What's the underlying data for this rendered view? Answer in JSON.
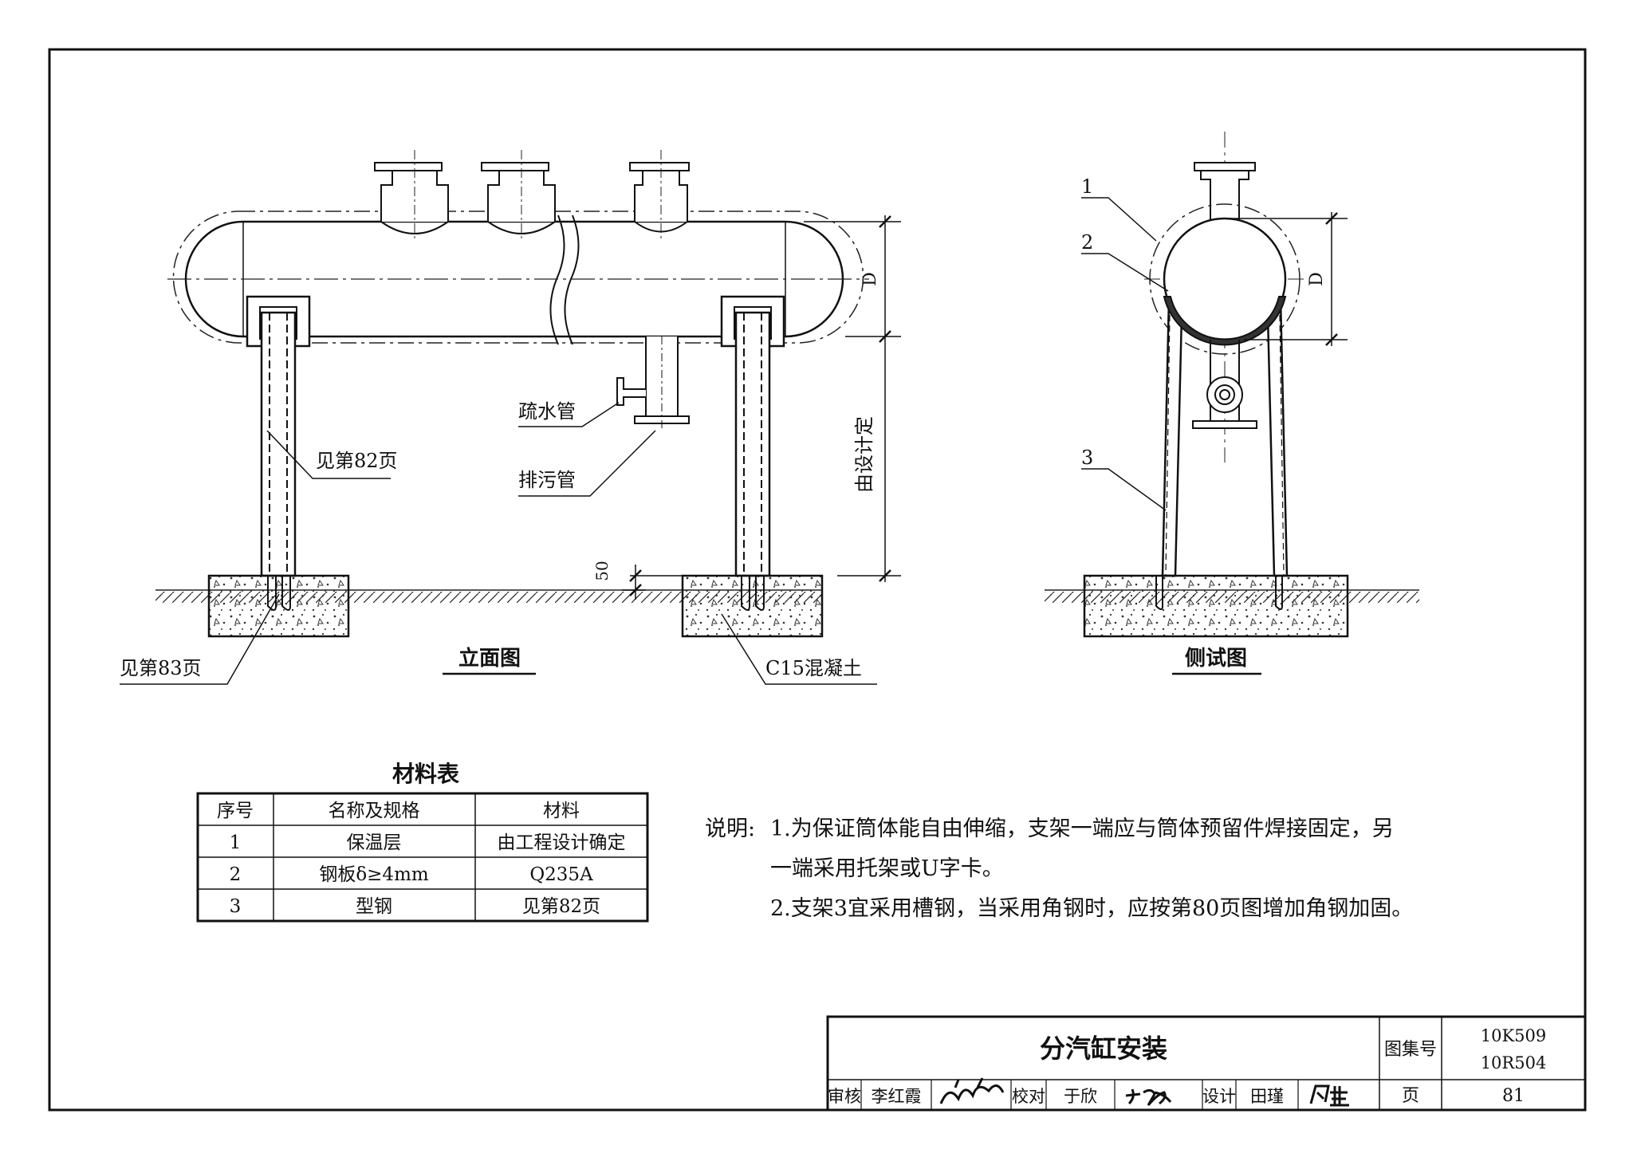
{
  "elevation_view": {
    "title": "立面图",
    "labels": {
      "see_page_82": "见第82页",
      "see_page_83": "见第83页",
      "drain_pipe": "疏水管",
      "blowdown_pipe": "排污管",
      "concrete": "C15混凝土",
      "dim_d": "D",
      "dim_by_design": "由设计定",
      "dim_50": "50"
    }
  },
  "side_view": {
    "title": "侧试图",
    "callouts": [
      "1",
      "2",
      "3"
    ],
    "dim_d": "D"
  },
  "materials": {
    "title": "材料表",
    "headers": [
      "序号",
      "名称及规格",
      "材料"
    ],
    "rows": [
      [
        "1",
        "保温层",
        "由工程设计确定"
      ],
      [
        "2",
        "钢板δ≥4mm",
        "Q235A"
      ],
      [
        "3",
        "型钢",
        "见第82页"
      ]
    ]
  },
  "notes": {
    "label": "说明:",
    "lines": [
      "1.为保证筒体能自由伸缩，支架一端应与筒体预留件焊接固定，另",
      "一端采用托架或U字卡。",
      "2.支架3宜采用槽钢，当采用角钢时，应按第80页图增加角钢加固。"
    ]
  },
  "title_block": {
    "drawing_title": "分汽缸安装",
    "atlas_label": "图集号",
    "atlas_numbers": [
      "10K509",
      "10R504"
    ],
    "page_label": "页",
    "page_number": "81",
    "review_label": "审核",
    "review_name": "李红霞",
    "check_label": "校对",
    "check_name": "于欣",
    "design_label": "设计",
    "design_name": "田瑾"
  }
}
